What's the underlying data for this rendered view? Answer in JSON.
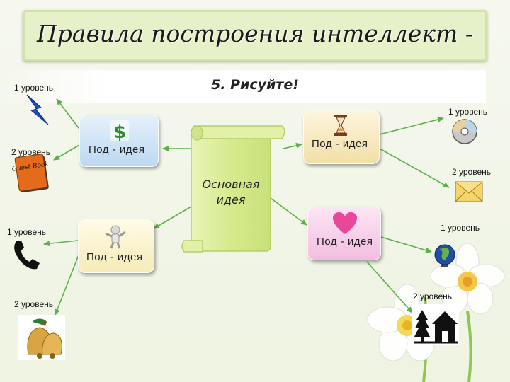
{
  "title": "Правила построения интеллект - карт",
  "banner": "5. Рисуйте!",
  "central_idea": "Основная идея",
  "sub_idea_label": "Под - идея",
  "level_1": "1 уровень",
  "level_2": "2 уровень",
  "icons": {
    "lightning": "lightning-bolt-icon",
    "book": "book-icon",
    "phone": "telephone-icon",
    "bells": "bells-icon",
    "dollar": "dollar-sign-icon",
    "hourglass": "hourglass-icon",
    "person": "person-icon",
    "heart": "heart-icon",
    "disc": "cd-disc-icon",
    "envelope": "envelope-icon",
    "globe": "globe-icon",
    "house": "house-icon"
  },
  "book_cover_text": "Guest Book",
  "colors": {
    "arrow": "#5cb04a",
    "scroll": "#d6ea8c",
    "blue_box": "#bcd8f2",
    "gold_box": "#f2dfa6",
    "pink_box": "#f2bde0",
    "yellow_box": "#f5ecb8",
    "heart": "#e8489a"
  }
}
